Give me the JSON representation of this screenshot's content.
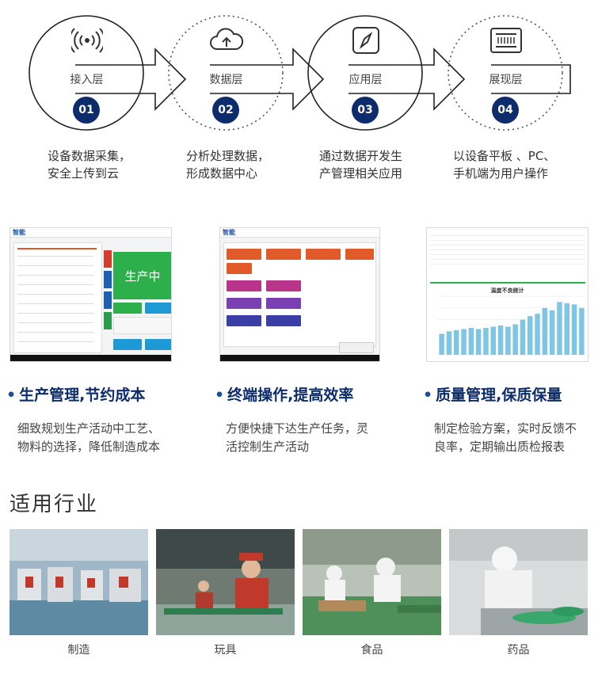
{
  "flow": {
    "stages": [
      {
        "num": "01",
        "name": "接入层",
        "icon": "wireless-signal-icon",
        "desc_line1": "设备数据采集，",
        "desc_line2": "安全上传到云"
      },
      {
        "num": "02",
        "name": "数据层",
        "icon": "cloud-upload-icon",
        "desc_line1": "分析处理数据，",
        "desc_line2": "形成数据中心"
      },
      {
        "num": "03",
        "name": "应用层",
        "icon": "compass-icon",
        "desc_line1": "通过数据开发生",
        "desc_line2": "产管理相关应用"
      },
      {
        "num": "04",
        "name": "展现层",
        "icon": "display-panel-icon",
        "desc_line1": "以设备平板 、PC、",
        "desc_line2": "手机端为用户操作"
      }
    ],
    "accent_color": "#0d2c6c"
  },
  "features": [
    {
      "title": "生产管理,节约成本",
      "desc_line1": "细致规划生产活动中工艺、",
      "desc_line2": "物料的选择，降低制造成本",
      "screen_status": "生产中",
      "screen_brand": "智能"
    },
    {
      "title": "终端操作,提高效率",
      "desc_line1": "方便快捷下达生产任务，灵",
      "desc_line2": "活控制生产活动",
      "screen_brand": "智能"
    },
    {
      "title": "质量管理,保质保量",
      "desc_line1": "制定检验方案，实时反馈不",
      "desc_line2": "良率，定期输出质检报表",
      "screen_chart_title": "温度不良统计",
      "chart_data": {
        "type": "bar",
        "values": [
          18,
          20,
          21,
          22,
          23,
          22,
          23,
          24,
          25,
          24,
          26,
          30,
          33,
          35,
          40,
          38,
          45,
          44,
          43,
          40
        ]
      }
    }
  ],
  "industries": {
    "heading": "适用行业",
    "items": [
      {
        "label": "制造",
        "photo": "factory-workshop-photo"
      },
      {
        "label": "玩具",
        "photo": "toy-assembly-line-photo"
      },
      {
        "label": "食品",
        "photo": "food-processing-photo"
      },
      {
        "label": "药品",
        "photo": "pharmaceutical-production-photo"
      }
    ]
  }
}
